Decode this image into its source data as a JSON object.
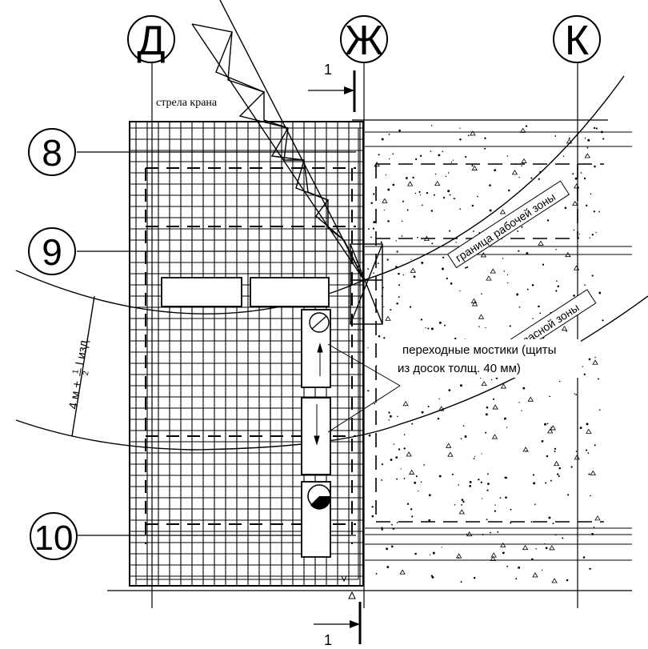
{
  "axes_columns": [
    "Д",
    "Ж",
    "К"
  ],
  "axes_rows": [
    "8",
    "9",
    "10"
  ],
  "section_mark": "1",
  "labels": {
    "crane_boom": "стрела крана",
    "work_zone": "граница рабочей зоны",
    "danger_zone": "граница опасной зоны",
    "walkways_line1": "переходные мостики (щиты",
    "walkways_line2": "из досок толщ. 40 мм)",
    "dimension_main": "4 м +",
    "dimension_frac_num": "1",
    "dimension_frac_den": "2",
    "dimension_tail": "l изд."
  }
}
